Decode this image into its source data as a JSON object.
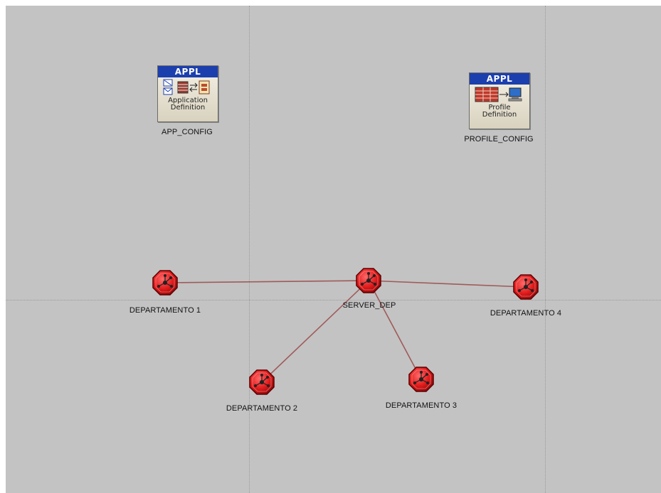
{
  "config_nodes": {
    "app_config": {
      "badge": "APPL",
      "caption_line1": "Application",
      "caption_line2": "Definition",
      "label": "APP_CONFIG"
    },
    "profile_config": {
      "badge": "APPL",
      "caption_line1": "Profile",
      "caption_line2": "Definition",
      "label": "PROFILE_CONFIG"
    }
  },
  "routers": {
    "departamento_1": "DEPARTAMENTO 1",
    "departamento_2": "DEPARTAMENTO 2",
    "departamento_3": "DEPARTAMENTO 3",
    "departamento_4": "DEPARTAMENTO 4",
    "server_dep": "SERVER_DEP"
  },
  "links": [
    [
      "server_dep",
      "departamento_1"
    ],
    [
      "server_dep",
      "departamento_4"
    ],
    [
      "server_dep",
      "departamento_2"
    ],
    [
      "server_dep",
      "departamento_3"
    ]
  ],
  "colors": {
    "workspace": "#c3c3c3",
    "link": "#a05a5a",
    "router_fill": "#e01a1a",
    "appl_header": "#1c3fae"
  }
}
